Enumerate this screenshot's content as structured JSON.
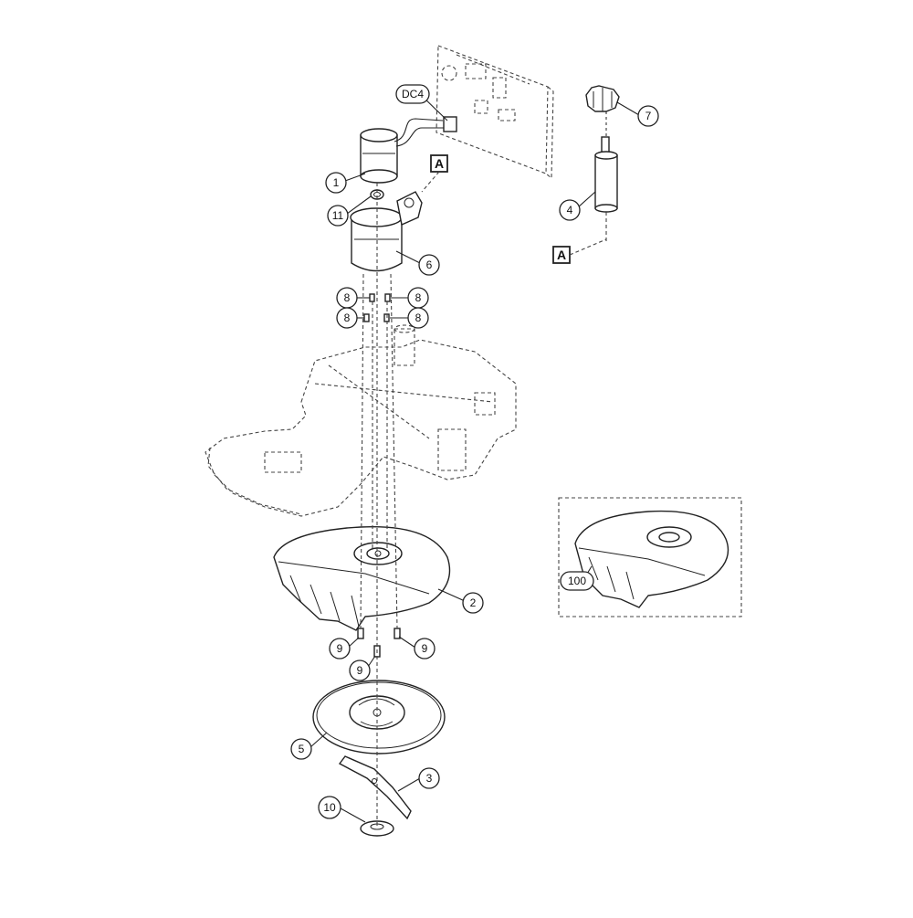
{
  "callouts": {
    "c1": "1",
    "c2": "2",
    "c3": "3",
    "c4": "4",
    "c5": "5",
    "c6": "6",
    "c7": "7",
    "c8a": "8",
    "c8b": "8",
    "c8c": "8",
    "c8d": "8",
    "c9a": "9",
    "c9b": "9",
    "c9c": "9",
    "c10": "10",
    "c11": "11",
    "c100": "100",
    "dc4": "DC4"
  },
  "refs": {
    "a_top": "A",
    "a_bottom": "A"
  }
}
